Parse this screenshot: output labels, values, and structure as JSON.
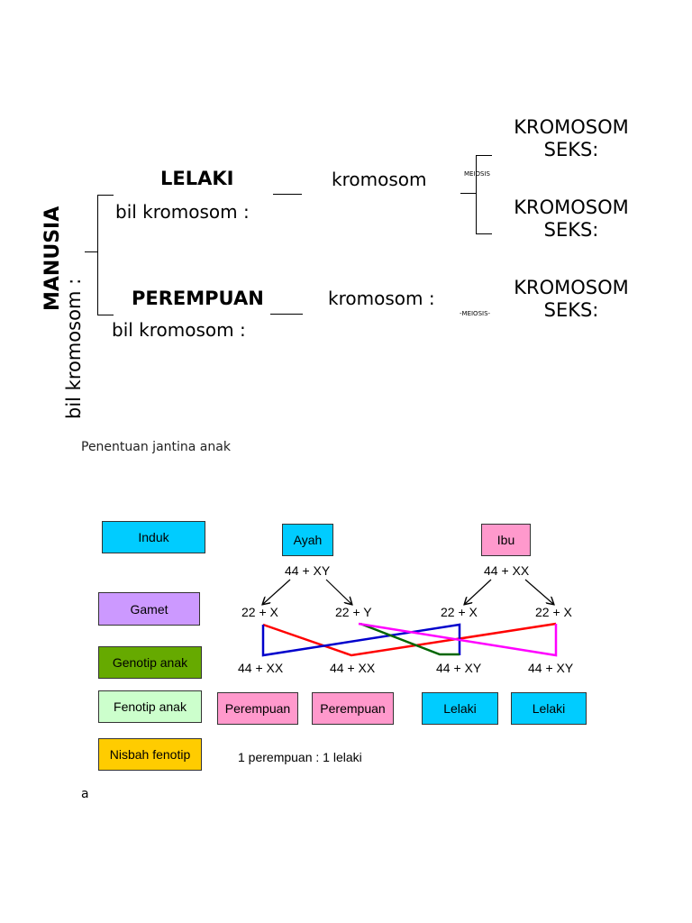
{
  "top_diagram": {
    "vertical_title": "MANUSIA",
    "vertical_count_label": "bil kromosom :",
    "male": {
      "heading": "LELAKI",
      "count_label": "bil kromosom :",
      "chromosome_label": "kromosom :",
      "meiosis_label": "MEIOSIS",
      "sex_chromosome_labels": [
        "KROMOSOM SEKS:",
        "KROMOSOM SEKS:"
      ]
    },
    "female": {
      "heading": "PEREMPUAN",
      "count_label": "bil kromosom :",
      "chromosome_label": "kromosom :",
      "meiosis_label": "-MEIOSIS-",
      "sex_chromosome_label": "KROMOSOM SEKS:"
    }
  },
  "section_caption": "Penentuan jantina anak",
  "inheritance": {
    "row_labels": [
      {
        "text": "Induk",
        "color": "#00ccff"
      },
      {
        "text": "Gamet",
        "color": "#cc99ff"
      },
      {
        "text": "Genotip anak",
        "color": "#66aa00"
      },
      {
        "text": "Fenotip anak",
        "color": "#ccffcc"
      },
      {
        "text": "Nisbah fenotip",
        "color": "#ffcc00"
      }
    ],
    "parents": [
      {
        "name": "Ayah",
        "genotype": "44 + XY",
        "color": "#00ccff"
      },
      {
        "name": "Ibu",
        "genotype": "44 + XX",
        "color": "#ff99cc"
      }
    ],
    "gametes": [
      "22 + X",
      "22 + Y",
      "22 + X",
      "22 + X"
    ],
    "offspring_genotypes": [
      "44 + XX",
      "44 + XX",
      "44 + XY",
      "44 + XY"
    ],
    "offspring_phenotypes": [
      {
        "text": "Perempuan",
        "color": "#ff99cc"
      },
      {
        "text": "Perempuan",
        "color": "#ff99cc"
      },
      {
        "text": "Lelaki",
        "color": "#00ccff"
      },
      {
        "text": "Lelaki",
        "color": "#00ccff"
      }
    ],
    "ratio": "1 perempuan : 1 lelaki",
    "cross_colors": {
      "red": "#ff0000",
      "blue": "#0000cc",
      "green": "#006600",
      "magenta": "#ff00ff"
    }
  },
  "footer_text": "a"
}
